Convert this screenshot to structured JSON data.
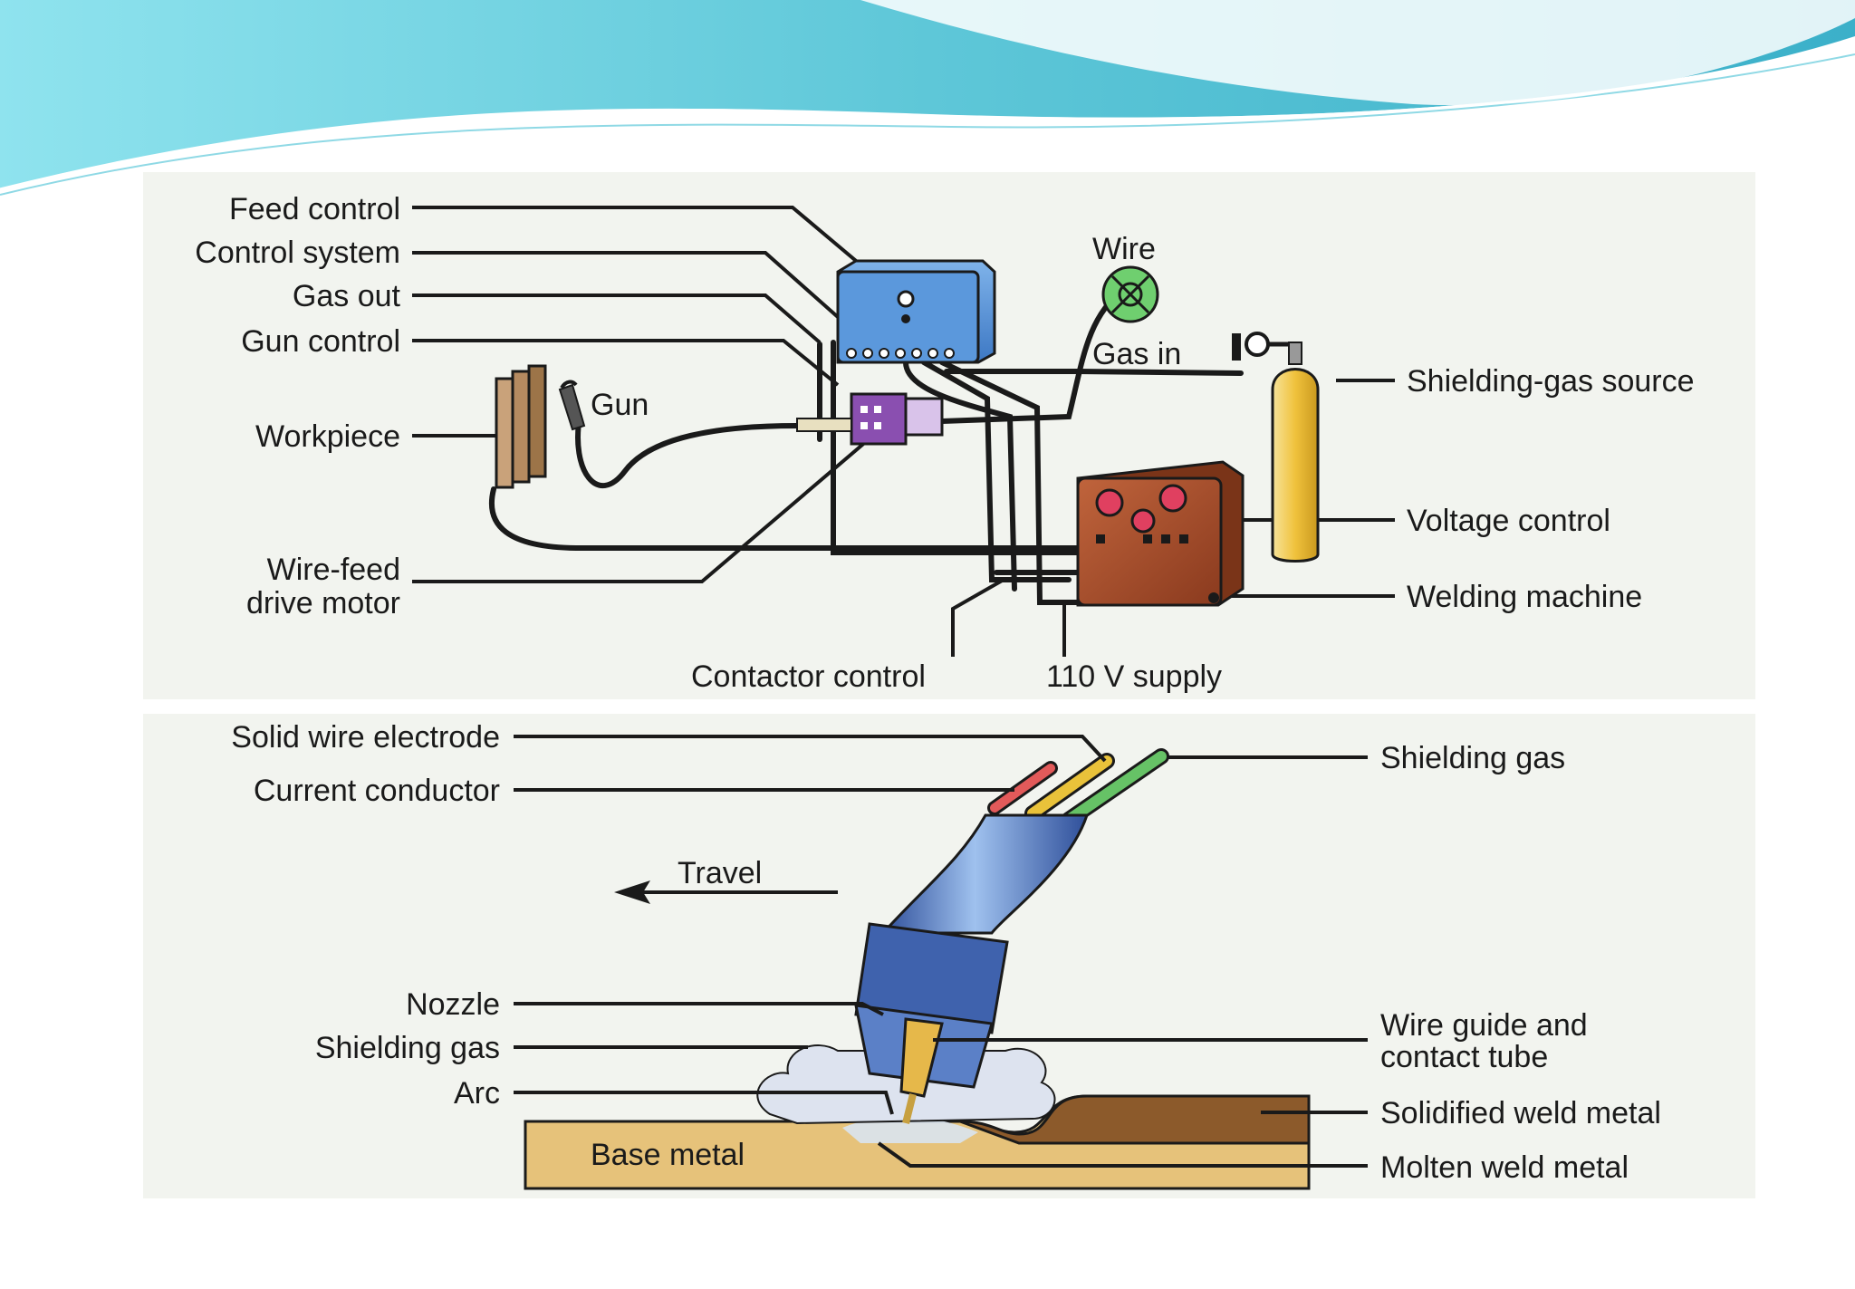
{
  "top_labels": {
    "feed_control": "Feed control",
    "control_system": "Control system",
    "gas_out": "Gas out",
    "gun_control": "Gun control",
    "workpiece": "Workpiece",
    "gun": "Gun",
    "wire_feed_1": "Wire-feed",
    "wire_feed_2": "drive motor",
    "wire": "Wire",
    "gas_in": "Gas in",
    "shielding_gas_source": "Shielding-gas source",
    "voltage_control": "Voltage control",
    "welding_machine": "Welding machine",
    "contactor_control": "Contactor control",
    "supply": "110 V supply"
  },
  "bottom_labels": {
    "solid_wire_electrode": "Solid wire electrode",
    "current_conductor": "Current conductor",
    "shielding_gas_top": "Shielding gas",
    "travel": "Travel",
    "nozzle": "Nozzle",
    "shielding_gas": "Shielding gas",
    "arc": "Arc",
    "wire_guide_1": "Wire guide and",
    "wire_guide_2": "contact tube",
    "solidified_weld_metal": "Solidified weld metal",
    "base_metal": "Base metal",
    "molten_weld_metal": "Molten weld metal"
  },
  "colors": {
    "banner_teal": "#5ec7d8",
    "control_box": "#4f8fd6",
    "welding_machine": "#a3492a",
    "gas_cylinder": "#f0c23c",
    "base_metal": "#e6c27a",
    "weld_metal": "#8c5a2b",
    "nozzle": "#4a6fb5"
  }
}
